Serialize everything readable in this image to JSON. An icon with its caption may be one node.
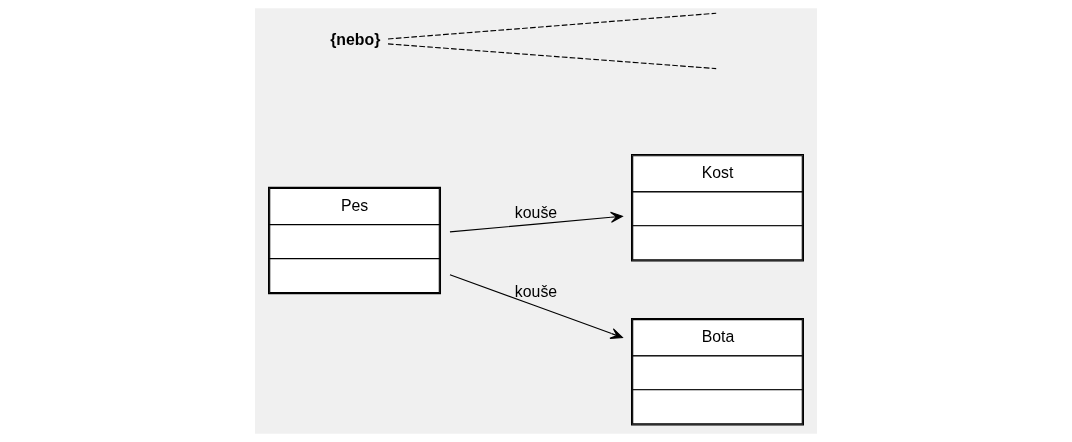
{
  "diagram": {
    "nodes": [
      {
        "text": [
          "Pes"
        ]
      },
      {
        "text": [
          "Kost"
        ]
      },
      {
        "text": [
          "Bota"
        ]
      },
      {
        "text": [
          "{nebo}"
        ]
      }
    ],
    "edges": [
      {
        "from": 0,
        "to": 1,
        "arrow": "to",
        "label": "kouše"
      },
      {
        "from": 0,
        "to": 2,
        "arrow": "to",
        "label": "kouše"
      },
      {
        "from": 3,
        "to": null,
        "arrow": "none",
        "style": "dashed"
      },
      {
        "from": 3,
        "to": null,
        "arrow": "none",
        "style": "dashed"
      }
    ]
  }
}
